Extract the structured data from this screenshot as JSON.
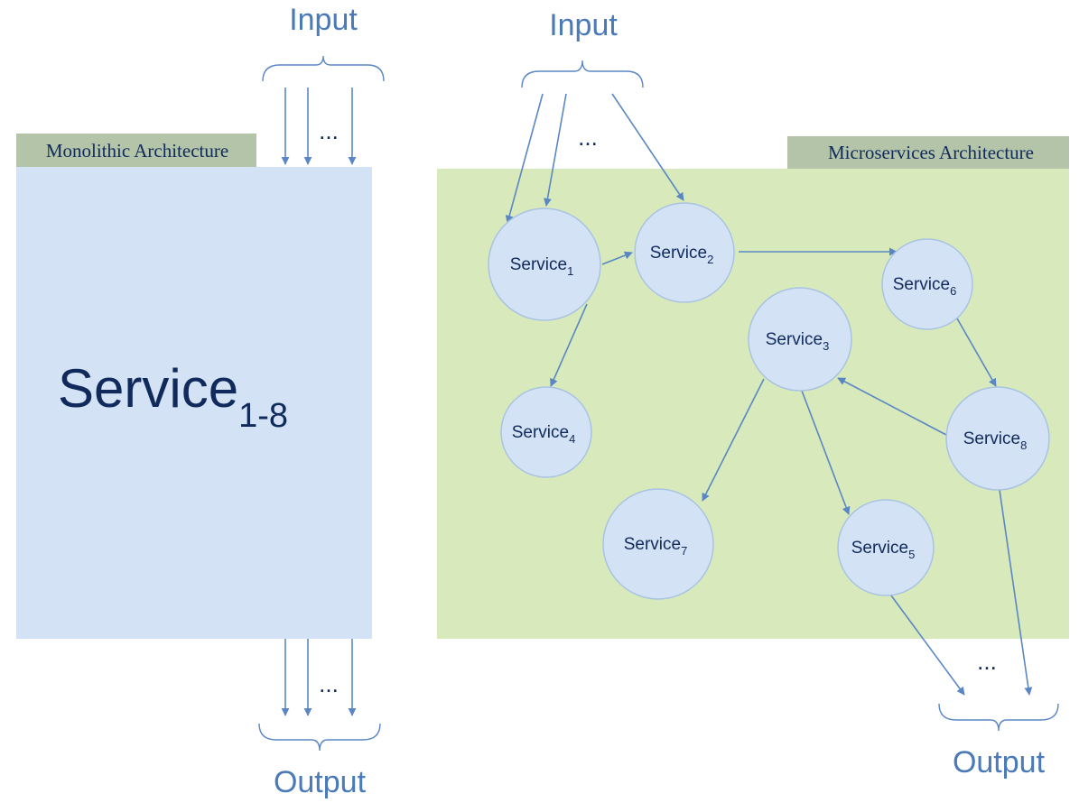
{
  "colors": {
    "mono_fill": "#d3e2f4",
    "micro_fill": "#d8eabc",
    "label_bg": "#b3c4a8",
    "node_fill": "#d3e2f4",
    "node_stroke": "#a9c3e2",
    "arrow": "#5a87c3",
    "label_text": "#4a7ab8",
    "dark_text": "#102a5c"
  },
  "monolithic": {
    "title": "Monolithic Architecture",
    "service_main": "Service",
    "service_sub": "1-8",
    "input_label": "Input",
    "output_label": "Output",
    "input_ellipsis": "...",
    "output_ellipsis": "..."
  },
  "microservices": {
    "title": "Microservices Architecture",
    "input_label": "Input",
    "output_label": "Output",
    "input_ellipsis": "...",
    "output_ellipsis": "...",
    "nodes": [
      {
        "id": "s1",
        "label": "Service",
        "sub": "1"
      },
      {
        "id": "s2",
        "label": "Service",
        "sub": "2"
      },
      {
        "id": "s3",
        "label": "Service",
        "sub": "3"
      },
      {
        "id": "s4",
        "label": "Service",
        "sub": "4"
      },
      {
        "id": "s5",
        "label": "Service",
        "sub": "5"
      },
      {
        "id": "s6",
        "label": "Service",
        "sub": "6"
      },
      {
        "id": "s7",
        "label": "Service",
        "sub": "7"
      },
      {
        "id": "s8",
        "label": "Service",
        "sub": "8"
      }
    ],
    "edges": [
      {
        "from": "s1",
        "to": "s2"
      },
      {
        "from": "s1",
        "to": "s4"
      },
      {
        "from": "s2",
        "to": "s6"
      },
      {
        "from": "s6",
        "to": "s8"
      },
      {
        "from": "s8",
        "to": "s3"
      },
      {
        "from": "s3",
        "to": "s7"
      },
      {
        "from": "s3",
        "to": "s5"
      }
    ]
  }
}
